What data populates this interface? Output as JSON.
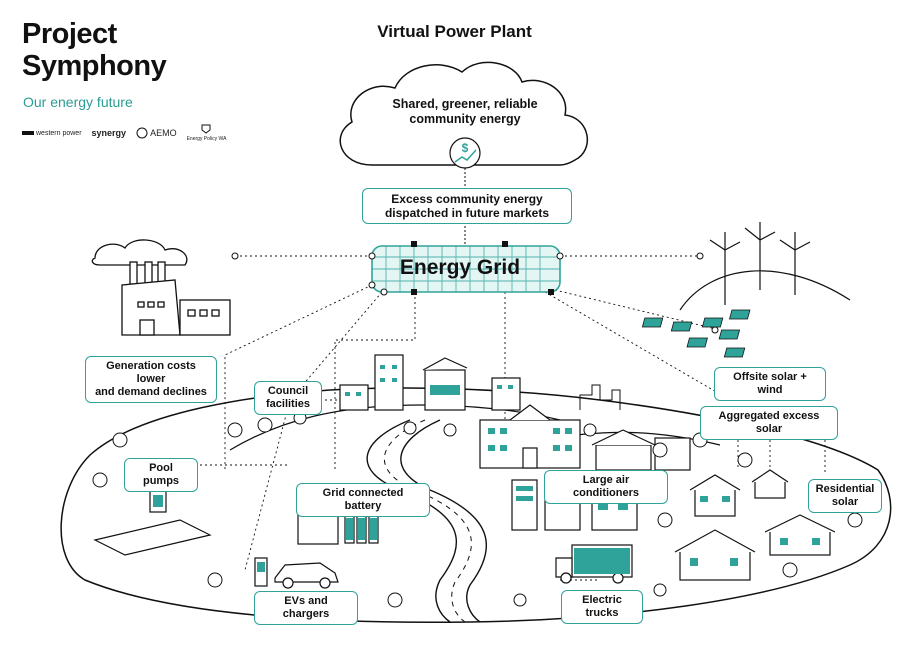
{
  "brand": {
    "title_line1": "Project",
    "title_line2": "Symphony",
    "subtitle": "Our energy future",
    "partners": [
      {
        "name": "western power",
        "icon": "western-power-logo"
      },
      {
        "name": "synergy",
        "icon": "synergy-logo"
      },
      {
        "name": "AEMO",
        "icon": "aemo-logo"
      },
      {
        "name": "Energy Policy WA",
        "icon": "wa-crest-logo"
      }
    ]
  },
  "header": {
    "title": "Virtual Power Plant"
  },
  "cloud": {
    "text_line1": "Shared, greener, reliable",
    "text_line2": "community energy",
    "icon": "dollar-growth-icon"
  },
  "dispatch": {
    "line1": "Excess community energy",
    "line2": "dispatched in future markets"
  },
  "grid": {
    "label": "Energy Grid"
  },
  "labels": {
    "generation_line1": "Generation costs lower",
    "generation_line2": "and demand declines",
    "council_line1": "Council",
    "council_line2": "facilities",
    "pool_pumps": "Pool pumps",
    "battery": "Grid connected battery",
    "evs": "EVs and chargers",
    "trucks": "Electric trucks",
    "aircon": "Large air conditioners",
    "residential_line1": "Residential",
    "residential_line2": "solar",
    "aggregated": "Aggregated excess solar",
    "offsite": "Offsite solar + wind"
  },
  "colors": {
    "accent": "#2fa39a",
    "grid_fill": "#e3f6f4",
    "ink": "#111111"
  }
}
